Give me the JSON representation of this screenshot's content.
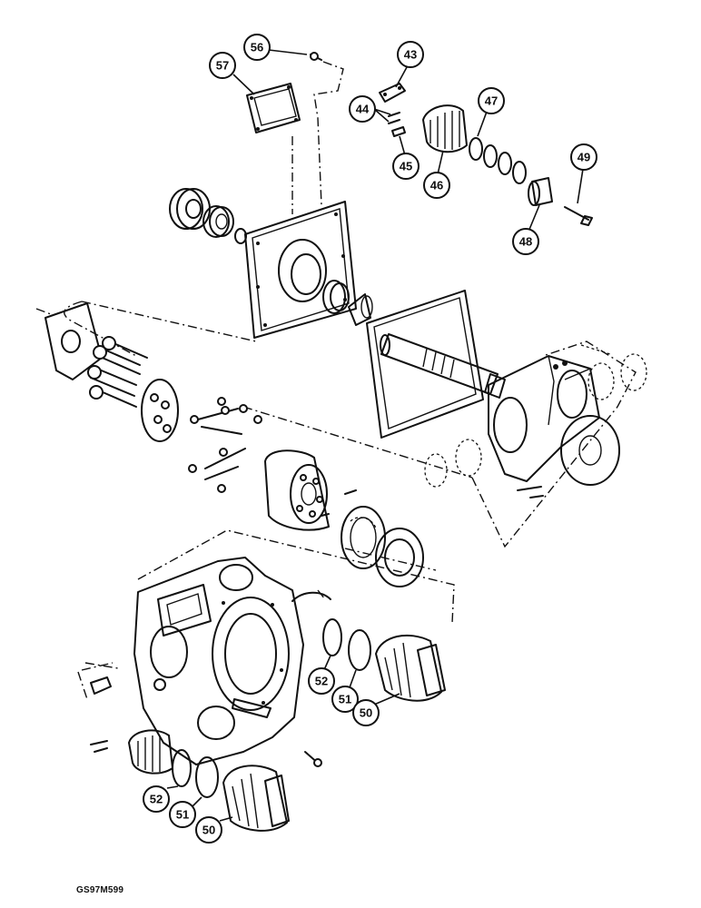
{
  "figure_code": "GS97M599",
  "callouts": [
    {
      "label": "56"
    },
    {
      "label": "57"
    },
    {
      "label": "43"
    },
    {
      "label": "44"
    },
    {
      "label": "47"
    },
    {
      "label": "45"
    },
    {
      "label": "46"
    },
    {
      "label": "49"
    },
    {
      "label": "48"
    },
    {
      "label": "52"
    },
    {
      "label": "51"
    },
    {
      "label": "50"
    },
    {
      "label": "52"
    },
    {
      "label": "51"
    },
    {
      "label": "50"
    }
  ]
}
